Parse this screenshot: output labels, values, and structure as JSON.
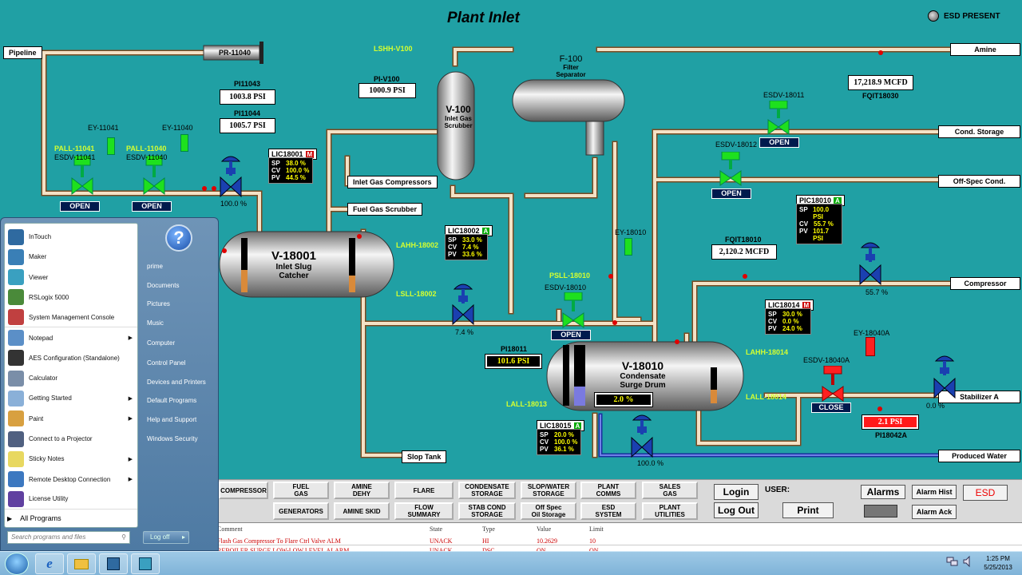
{
  "title": "Plant Inlet",
  "esd_present": "ESD PRESENT",
  "inlets": {
    "pipeline": "Pipeline",
    "pr": "PR-11040"
  },
  "outlets": {
    "amine": "Amine",
    "cond_storage": "Cond. Storage",
    "offspec": "Off-Spec Cond.",
    "compressor": "Compressor",
    "stabilizer": "Stabilizer A",
    "produced_water": "Produced Water",
    "slop_tank": "Slop Tank",
    "inlet_gas_comp": "Inlet Gas Compressors",
    "fuel_gas_scrubber": "Fuel Gas Scrubber"
  },
  "vessels": {
    "v18001": {
      "tag": "V-18001",
      "name1": "Inlet Slug",
      "name2": "Catcher"
    },
    "v100": {
      "tag": "V-100",
      "name1": "Inlet Gas",
      "name2": "Scrubber"
    },
    "f100": {
      "tag": "F-100",
      "name1": "Filter",
      "name2": "Separator"
    },
    "v18010": {
      "tag": "V-18010",
      "name1": "Condensate",
      "name2": "Surge Drum"
    }
  },
  "indicators": {
    "pi11043": {
      "tag": "PI11043",
      "value": "1003.8 PSI"
    },
    "pi11044": {
      "tag": "PI11044",
      "value": "1005.7 PSI"
    },
    "piv100": {
      "tag": "PI-V100",
      "value": "1000.9 PSI"
    },
    "fqit18030": {
      "tag": "FQIT18030",
      "value": "17,218.9 MCFD"
    },
    "fqit18010": {
      "tag": "FQIT18010",
      "value": "2,120.2 MCFD"
    },
    "pi18011": {
      "tag": "PI18011",
      "value": "101.6 PSI"
    },
    "pi18042a": {
      "tag": "PI18042A",
      "value": "2.1 PSI"
    },
    "level18010": {
      "value": "2.0 %"
    }
  },
  "controllers": {
    "lic18001": {
      "tag": "LIC18001",
      "mode": "M",
      "sp": "38.0 %",
      "cv": "100.0 %",
      "pv": "44.5 %"
    },
    "lic18002": {
      "tag": "LIC18002",
      "mode": "A",
      "sp": "33.0 %",
      "cv": "7.4 %",
      "pv": "33.6 %"
    },
    "pic18010": {
      "tag": "PIC18010",
      "mode": "A",
      "sp": "100.0 PSI",
      "cv": "55.7 %",
      "pv": "101.7 PSI"
    },
    "lic18014": {
      "tag": "LIC18014",
      "mode": "M",
      "sp": "30.0 %",
      "cv": "0.0 %",
      "pv": "24.0 %"
    },
    "lic18015": {
      "tag": "LIC18015",
      "mode": "A",
      "sp": "20.0 %",
      "cv": "100.0 %",
      "pv": "36.1 %"
    }
  },
  "labels": {
    "ey11041": "EY-11041",
    "ey11040": "EY-11040",
    "pall11041": "PALL-11041",
    "esdv11041": "ESDV-11041",
    "pall11040": "PALL-11040",
    "esdv11040": "ESDV-11040",
    "lshh_v100": "LSHH-V100",
    "esdv18011": "ESDV-18011",
    "esdv18012": "ESDV-18012",
    "ey18010": "EY-18010",
    "psll18010": "PSLL-18010",
    "esdv18010": "ESDV-18010",
    "lahh18002": "LAHH-18002",
    "lsll18002": "LSLL-18002",
    "lahh18014": "LAHH-18014",
    "lall18014": "LALL-18014",
    "lall18013": "LALL-18013",
    "ey18040a": "EY-18040A",
    "esdv18040a": "ESDV-18040A",
    "pct_100a": "100.0 %",
    "pct_74": "7.4 %",
    "pct_557": "55.7 %",
    "pct_00": "0.0 %",
    "pct_100b": "100.0 %",
    "open": "OPEN",
    "close": "CLOSE"
  },
  "nav": {
    "row1": [
      "COMPRESSOR",
      "FUEL\nGAS",
      "AMINE\nDEHY",
      "FLARE",
      "CONDENSATE\nSTORAGE",
      "SLOP/WATER\nSTORAGE",
      "PLANT\nCOMMS",
      "SALES\nGAS"
    ],
    "row2": [
      "GENERATORS",
      "AMINE SKID",
      "FLOW\nSUMMARY",
      "STAB COND\nSTORAGE",
      "Off Spec\nOil Storage",
      "ESD\nSYSTEM",
      "PLANT\nUTILITIES"
    ],
    "login": "Login",
    "logout": "Log Out",
    "user_label": "USER:",
    "print": "Print",
    "alarms": "Alarms",
    "alarm_hist": "Alarm Hist",
    "alarm_ack": "Alarm Ack",
    "esd": "ESD"
  },
  "alarm_table": {
    "headers": [
      "Comment",
      "State",
      "Type",
      "Value",
      "Limit"
    ],
    "rows": [
      [
        "Flash Gas Compressor To Flare Ctrl Valve ALM",
        "UNACK",
        "HI",
        "10.2629",
        "10"
      ],
      [
        "REBOILER SURGE LOW-LOW LEVEL ALARM",
        "UNACK",
        "DSC",
        "ON",
        "ON"
      ]
    ]
  },
  "start_menu": {
    "programs": [
      {
        "label": "InTouch",
        "color": "#2f6aa0",
        "arrow": false
      },
      {
        "label": "Maker",
        "color": "#3a7fb6",
        "arrow": false
      },
      {
        "label": "Viewer",
        "color": "#3aa0c0",
        "arrow": false
      },
      {
        "label": "RSLogix 5000",
        "color": "#4a8a3a",
        "arrow": false
      },
      {
        "label": "System Management Console",
        "color": "#c04040",
        "arrow": false
      },
      {
        "label": "Notepad",
        "color": "#5b8fc7",
        "arrow": true
      },
      {
        "label": "AES Configuration (Standalone)",
        "color": "#333333",
        "arrow": false
      },
      {
        "label": "Calculator",
        "color": "#7a8ea8",
        "arrow": false
      },
      {
        "label": "Getting Started",
        "color": "#8ab0d8",
        "arrow": true
      },
      {
        "label": "Paint",
        "color": "#d8a040",
        "arrow": true
      },
      {
        "label": "Connect to a Projector",
        "color": "#506080",
        "arrow": false
      },
      {
        "label": "Sticky Notes",
        "color": "#e8d860",
        "arrow": true
      },
      {
        "label": "Remote Desktop Connection",
        "color": "#3c78c0",
        "arrow": true
      },
      {
        "label": "License Utility",
        "color": "#6040a0",
        "arrow": false
      }
    ],
    "all_programs": "All Programs",
    "search_placeholder": "Search programs and files",
    "right": [
      "prime",
      "Documents",
      "Pictures",
      "Music",
      "Computer",
      "Control Panel",
      "Devices and Printers",
      "Default Programs",
      "Help and Support",
      "Windows Security"
    ],
    "logoff": "Log off"
  },
  "clock": {
    "time": "1:25 PM",
    "date": "5/25/2013"
  }
}
